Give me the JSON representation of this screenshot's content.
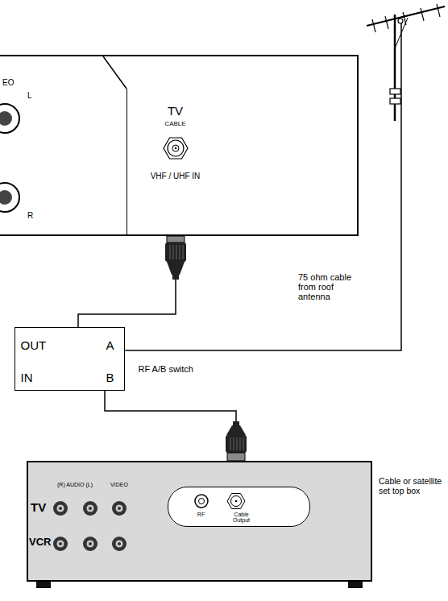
{
  "diagram": {
    "nodes": [
      {
        "text": [
          "EO",
          "L",
          "R"
        ]
      },
      {
        "text": [
          "TV",
          "CABLE",
          "VHF / UHF IN"
        ],
        "in": 0
      },
      {
        "text": [
          "OUT",
          "A",
          "IN",
          "B",
          "RF A/B switch"
        ]
      },
      {
        "text": [
          "(R) AUDIO (L)",
          "VIDEO",
          "TV",
          "VCR",
          "Cable or satellite set top box"
        ]
      },
      {
        "text": [
          "RF",
          "Cable Output"
        ],
        "in": 3
      }
    ],
    "edges": [
      {
        "from": 1,
        "to": 2,
        "arrow": "none"
      },
      {
        "from": 2,
        "to": 3,
        "arrow": "none"
      }
    ],
    "labels": [
      "75 ohm cable from roof antenna"
    ]
  }
}
